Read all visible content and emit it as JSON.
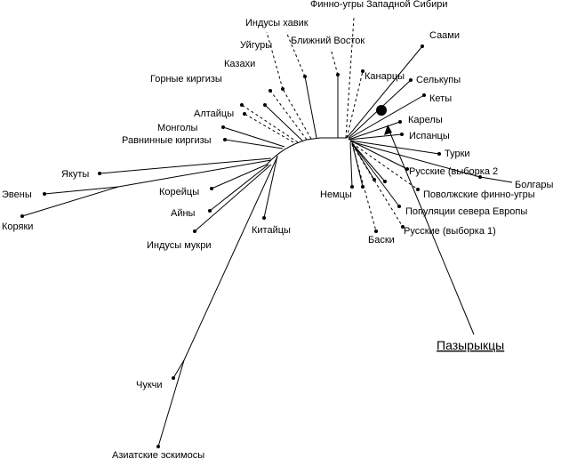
{
  "colors": {
    "line": "#000000",
    "background": "#ffffff"
  },
  "tree": {
    "populations": {
      "evens": "Эвены",
      "koryaks": "Коряки",
      "yakuts": "Якуты",
      "koreans": "Корейцы",
      "ainu": "Айны",
      "indus_mukri": "Индусы мукри",
      "chinese": "Китайцы",
      "chukchi": "Чукчи",
      "asian_eskimos": "Азиатские эскимосы",
      "plains_kirgiz": "Равнинные киргизы",
      "mongols": "Монголы",
      "altaians": "Алтайцы",
      "mountain_kirgiz": "Горные киргизы",
      "kazakhs": "Казахи",
      "uighurs": "Уйгуры",
      "indus_havik": "Индусы хавик",
      "near_east": "Ближний Восток",
      "finno_ugric_west_siberia": "Финно-угры Западной Сибири",
      "saami": "Саами",
      "canarians": "Канарцы",
      "selkups": "Селькупы",
      "kets": "Кеты",
      "karelians": "Карелы",
      "spaniards": "Испанцы",
      "turks": "Турки",
      "russians_2": "Русские (выборка 2",
      "bulgarians": "Болгары",
      "germans": "Немцы",
      "volga_finno_ugric": "Поволжские финно-угры",
      "north_europe": "Популяции севера Европы",
      "russians_1": "Русские (выборка 1)",
      "basques": "Баски"
    },
    "pazyryk": "Пазырыкцы"
  }
}
